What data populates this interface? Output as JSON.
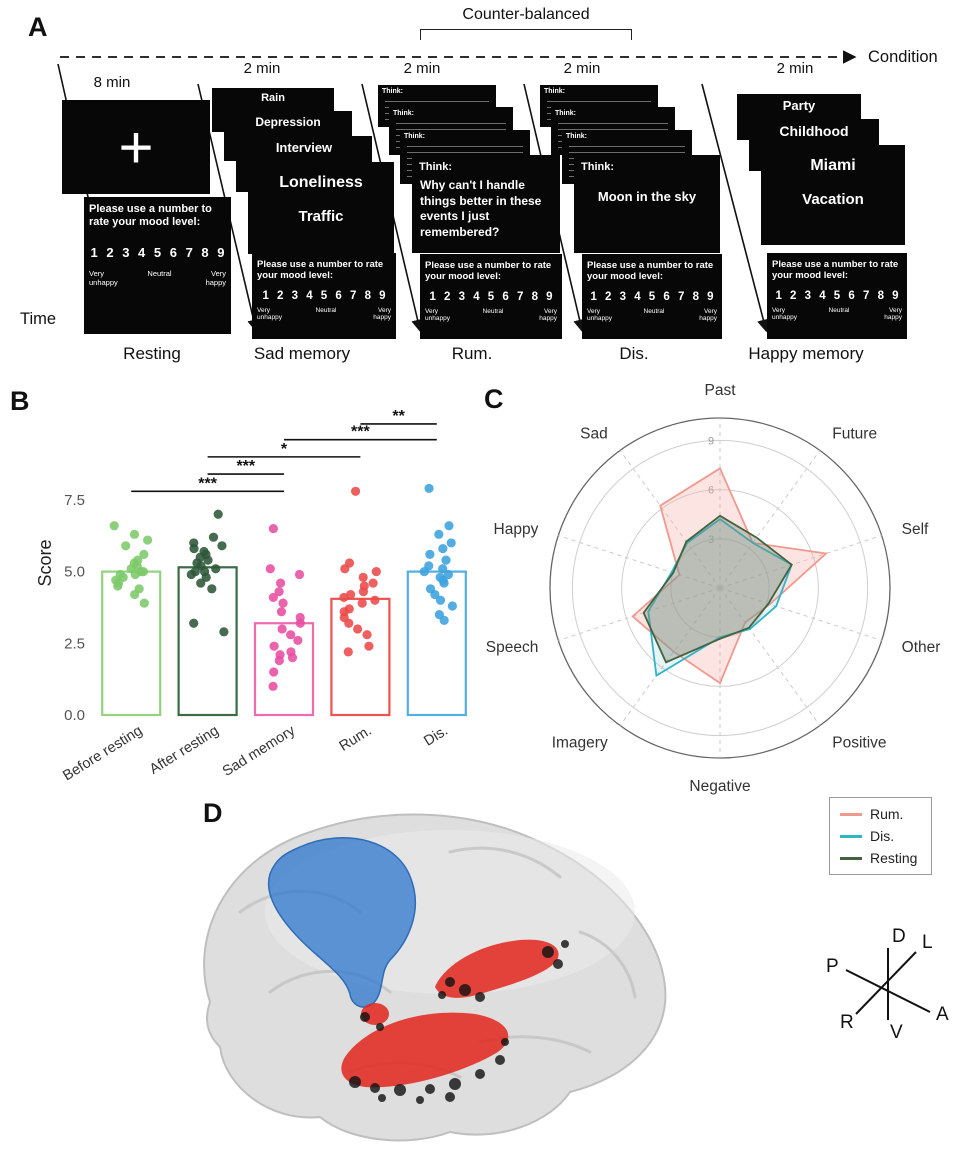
{
  "panelA": {
    "label": "A",
    "counterbalanced_label": "Counter-balanced",
    "condition_label": "Condition",
    "time_label": "Time",
    "durations": [
      "8 min",
      "2 min",
      "2 min",
      "2 min",
      "2 min"
    ],
    "condition_names": [
      "Resting",
      "Sad memory",
      "Rum.",
      "Dis.",
      "Happy memory"
    ],
    "fixation_cross": "+",
    "mood": {
      "prompt": "Please use a number to rate your mood level:",
      "scale": "1 2 3 4 5 6 7 8 9",
      "anchor_left": "Very unhappy",
      "anchor_mid": "Neutral",
      "anchor_right": "Very happy"
    },
    "sad_stack": {
      "back": [
        "Rain",
        "Depression",
        "Interview"
      ],
      "front_line1": "Loneliness",
      "front_line2": "Traffic"
    },
    "rum_stack": {
      "think_label": "Think:",
      "front_text": "Why can't I handle things better in these events I just remembered?"
    },
    "dis_stack": {
      "think_label": "Think:",
      "front_text": "Moon in the sky"
    },
    "happy_stack": {
      "back": [
        "Party",
        "Childhood"
      ],
      "front_line1": "Miami",
      "front_line2": "Vacation"
    }
  },
  "panelB": {
    "label": "B"
  },
  "panelC": {
    "label": "C"
  },
  "panelD": {
    "label": "D",
    "orientation": {
      "dorsal": "D",
      "ventral": "V",
      "posterior": "P",
      "anterior": "A",
      "left": "L",
      "right": "R"
    }
  },
  "chart_data": [
    {
      "panel": "B",
      "type": "bar",
      "ylabel": "Score",
      "categories": [
        "Before resting",
        "After resting",
        "Sad memory",
        "Rum.",
        "Dis."
      ],
      "bar_means": [
        5.0,
        5.15,
        3.2,
        4.05,
        5.0
      ],
      "yticks": [
        0.0,
        2.5,
        5.0,
        7.5
      ],
      "ylim": [
        0,
        10.6
      ],
      "grid": false,
      "bar_colors": [
        "#93d27f",
        "#3a6b44",
        "#ef6bb0",
        "#ef5350",
        "#53aee2"
      ],
      "dot_colors": [
        "#7cc96a",
        "#2e5638",
        "#e84da0",
        "#ea4a49",
        "#3ba2de"
      ],
      "points": [
        [
          6.6,
          6.3,
          6.1,
          5.9,
          5.6,
          5.4,
          5.2,
          5.1,
          5.0,
          5.0,
          4.9,
          4.9,
          4.8,
          4.7,
          4.6,
          4.5,
          4.4,
          4.2,
          3.9,
          5.3
        ],
        [
          7.0,
          6.2,
          6.0,
          5.9,
          5.8,
          5.7,
          5.6,
          5.5,
          5.4,
          5.3,
          5.2,
          5.1,
          5.0,
          5.0,
          4.9,
          4.8,
          4.6,
          4.4,
          3.2,
          2.9
        ],
        [
          6.5,
          5.1,
          4.9,
          4.6,
          4.3,
          4.1,
          3.9,
          3.6,
          3.4,
          3.2,
          3.0,
          2.8,
          2.6,
          2.4,
          2.2,
          2.1,
          2.0,
          1.9,
          1.5,
          1.0
        ],
        [
          7.8,
          5.3,
          5.1,
          5.0,
          4.8,
          4.6,
          4.5,
          4.3,
          4.2,
          4.1,
          4.0,
          3.9,
          3.7,
          3.6,
          3.4,
          3.2,
          3.0,
          2.8,
          2.4,
          2.2
        ],
        [
          7.9,
          6.6,
          6.3,
          6.0,
          5.8,
          5.6,
          5.4,
          5.2,
          5.1,
          5.0,
          4.9,
          4.8,
          4.7,
          4.6,
          4.4,
          4.2,
          4.0,
          3.8,
          3.5,
          3.3
        ]
      ],
      "significance": [
        {
          "pair": [
            0,
            2
          ],
          "label": "***",
          "height": 7.8
        },
        {
          "pair": [
            1,
            2
          ],
          "label": "***",
          "height": 8.4
        },
        {
          "pair": [
            1,
            3
          ],
          "label": "*",
          "height": 9.0
        },
        {
          "pair": [
            2,
            4
          ],
          "label": "***",
          "height": 9.6
        },
        {
          "pair": [
            3,
            4
          ],
          "label": "**",
          "height": 10.15
        }
      ]
    },
    {
      "panel": "C",
      "type": "radar",
      "axes": [
        "Past",
        "Future",
        "Self",
        "Other",
        "Positive",
        "Negative",
        "Imagery",
        "Speech",
        "Happy",
        "Sad"
      ],
      "rticks": [
        3,
        6,
        9
      ],
      "rmax": 9,
      "legend_position": "bottom-right",
      "series": [
        {
          "name": "Rum.",
          "color": "#f0998f",
          "fill": "rgba(244,178,170,0.35)",
          "values": [
            7.3,
            3.4,
            6.8,
            3.2,
            2.6,
            5.8,
            4.8,
            5.6,
            2.6,
            6.2
          ]
        },
        {
          "name": "Dis.",
          "color": "#2fb5c8",
          "fill": "rgba(120,200,210,0.18)",
          "values": [
            4.2,
            3.4,
            4.6,
            3.6,
            3.1,
            3.0,
            6.6,
            4.6,
            3.1,
            3.4
          ]
        },
        {
          "name": "Resting",
          "color": "#44623f",
          "fill": "rgba(125,140,122,0.40)",
          "values": [
            4.4,
            3.8,
            4.6,
            3.1,
            3.0,
            3.1,
            5.6,
            4.9,
            3.0,
            3.5
          ]
        }
      ]
    }
  ]
}
